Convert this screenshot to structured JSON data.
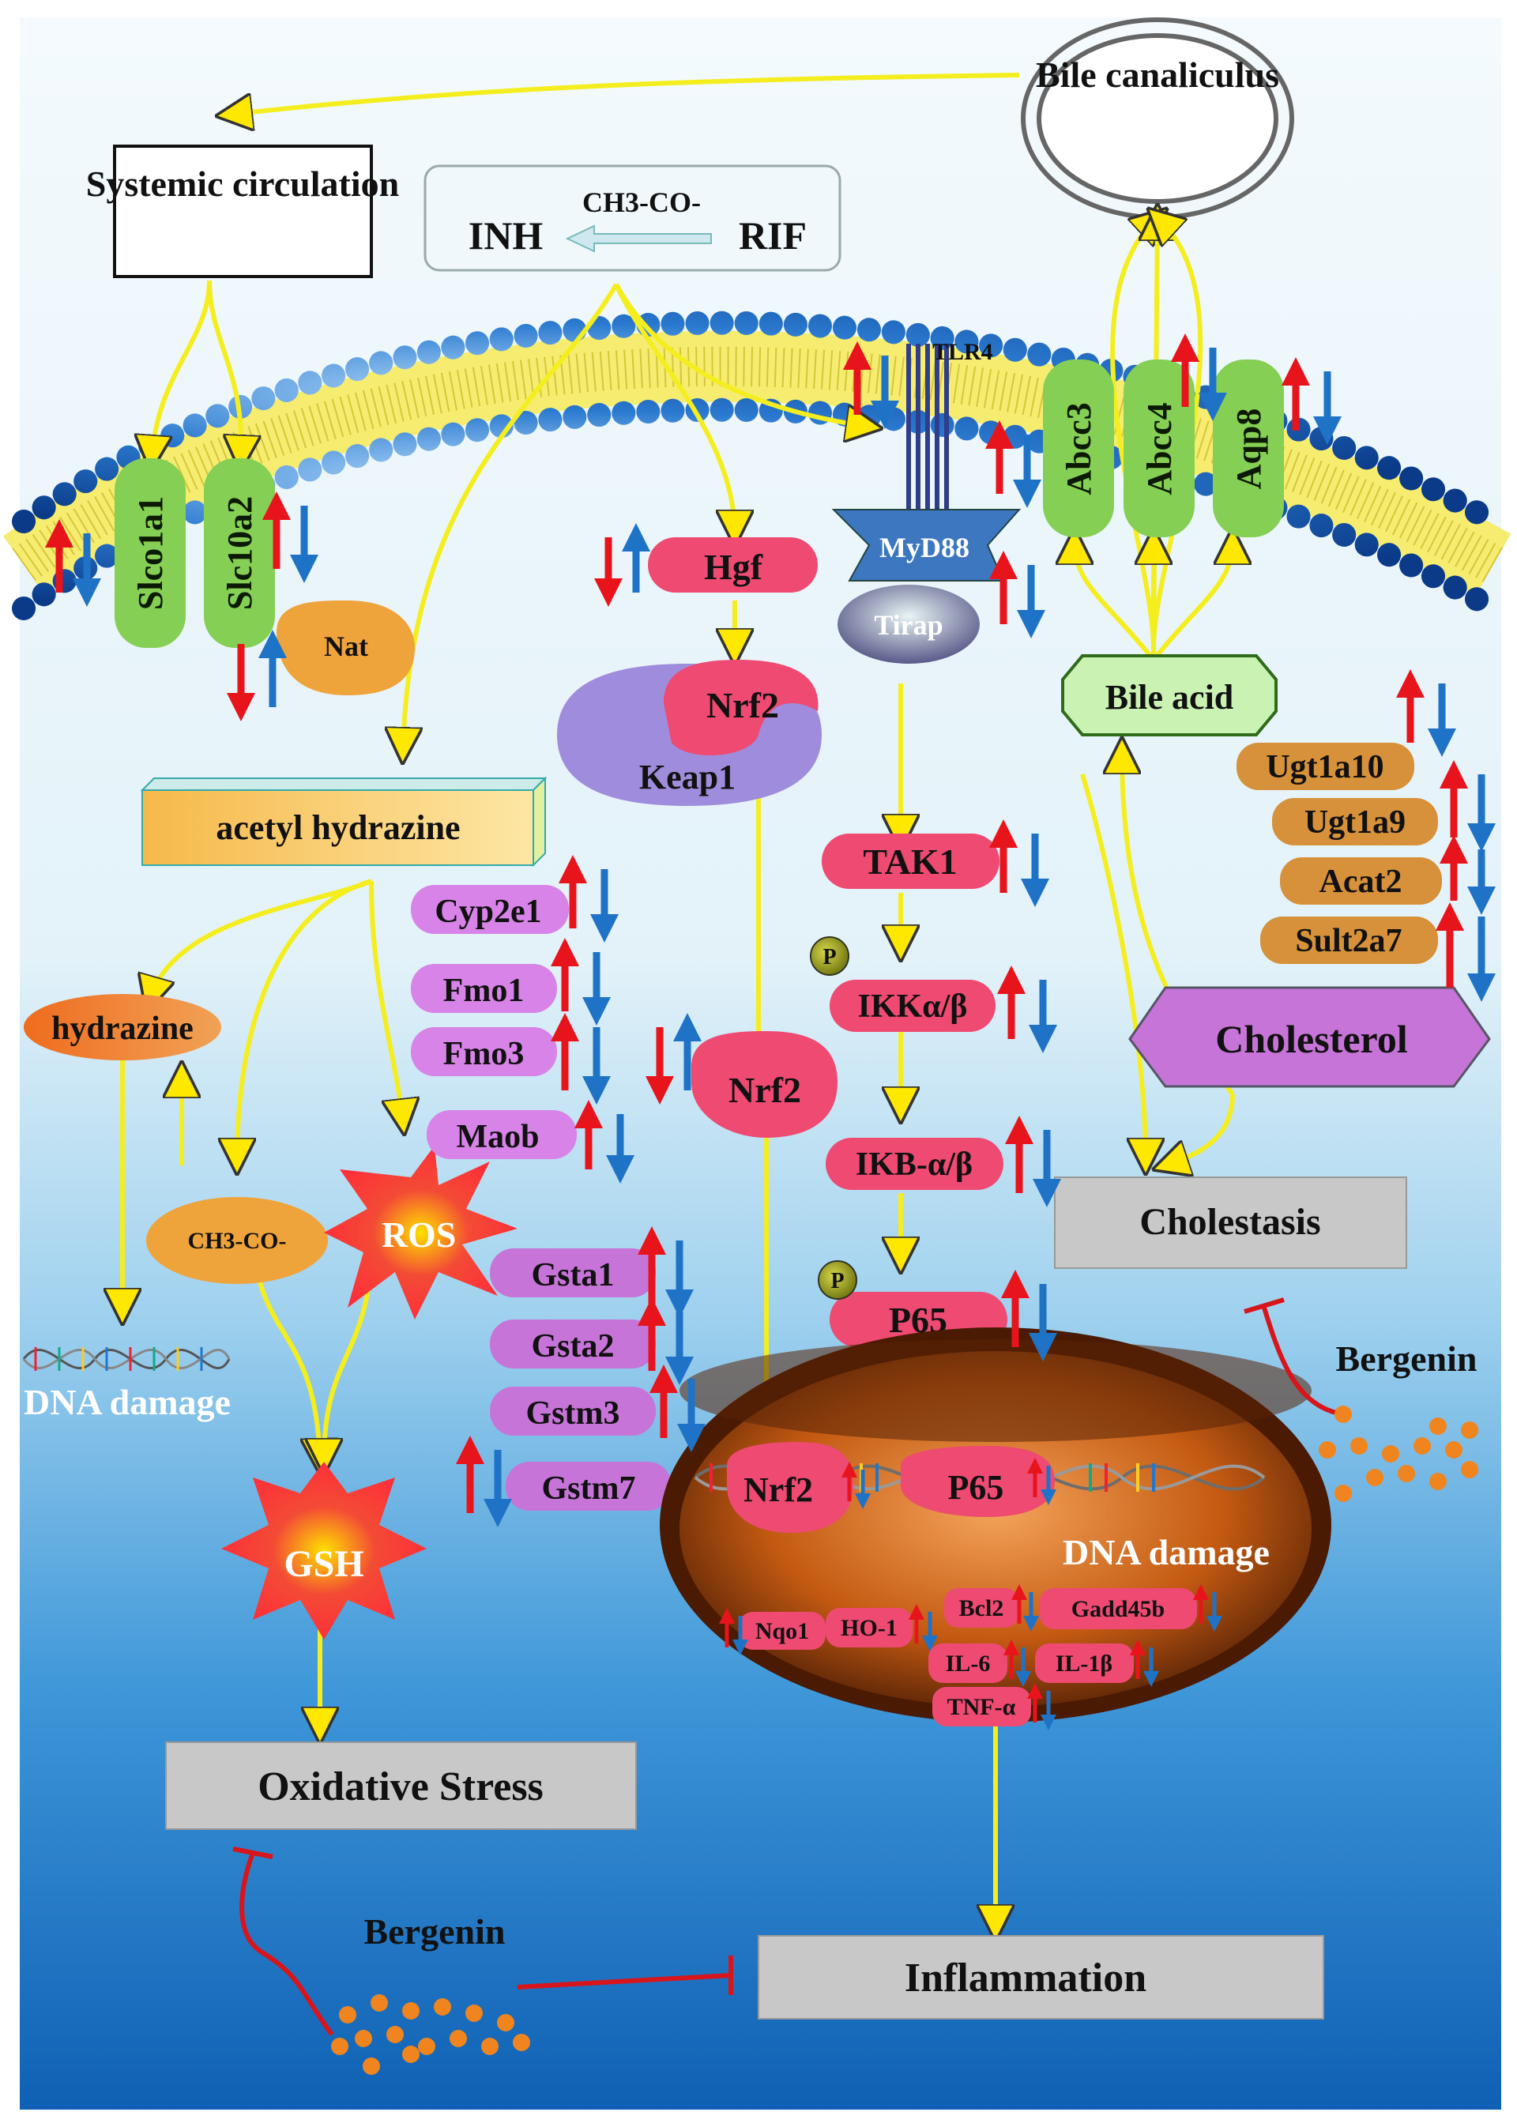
{
  "title": "",
  "nodes": {
    "bile_canaliculus": "Bile canaliculus",
    "systemic_circulation": "Systemic circulation",
    "inh": "INH",
    "rif": "RIF",
    "acetyl_group": "CH3-CO-",
    "tlr4": "TLR4",
    "myd88": "MyD88",
    "tirap": "Tirap",
    "slco1a1": "Slco1a1",
    "slc10a2": "Slc10a2",
    "nat": "Nat",
    "hgf": "Hgf",
    "nrf2_keap": "Nrf2",
    "keap1": "Keap1",
    "abcc3": "Abcc3",
    "abcc4": "Abcc4",
    "aqp8": "Aqp8",
    "bile_acid": "Bile acid",
    "acetyl_hydrazine": "acetyl hydrazine",
    "hydrazine": "hydrazine",
    "ch3co": "CH3-CO-",
    "ros": "ROS",
    "gsh": "GSH",
    "nrf2_mid": "Nrf2",
    "tak1": "TAK1",
    "ikk": "IKKα/β",
    "ikb": "IKB-α/β",
    "p65": "P65",
    "p_label": "P",
    "cholesterol": "Cholesterol",
    "cholestasis": "Cholestasis",
    "oxidative_stress": "Oxidative Stress",
    "inflammation": "Inflammation",
    "bergenin_left": "Bergenin",
    "bergenin_right": "Bergenin",
    "dna_damage_left": "DNA damage",
    "dna_damage_nucleus": "DNA damage",
    "nrf2_nucleus": "Nrf2",
    "p65_nucleus": "P65"
  },
  "enzymes_metab": [
    "Cyp2e1",
    "Fmo1",
    "Fmo3",
    "Maob"
  ],
  "enzymes_gst": [
    "Gsta1",
    "Gsta2",
    "Gstm3",
    "Gstm7"
  ],
  "enzymes_bile": [
    "Ugt1a10",
    "Ugt1a9",
    "Acat2",
    "Sult2a7"
  ],
  "nucleus_genes": [
    "Nqo1",
    "HO-1",
    "Bcl2",
    "Gadd45b",
    "IL-6",
    "IL-1β",
    "TNF-α"
  ],
  "colors": {
    "arrow_up": "#e8141c",
    "arrow_down": "#1f73c6",
    "pathway_arrow": "#f4ee1f",
    "inhibit": "#d8151b",
    "pink_node": "#ee4a72",
    "green_node": "#86cf55",
    "orange_node": "#efa33b",
    "purple_node": "#d783e8",
    "violet_node": "#c774d8",
    "gray_box": "#c8c8c8"
  }
}
